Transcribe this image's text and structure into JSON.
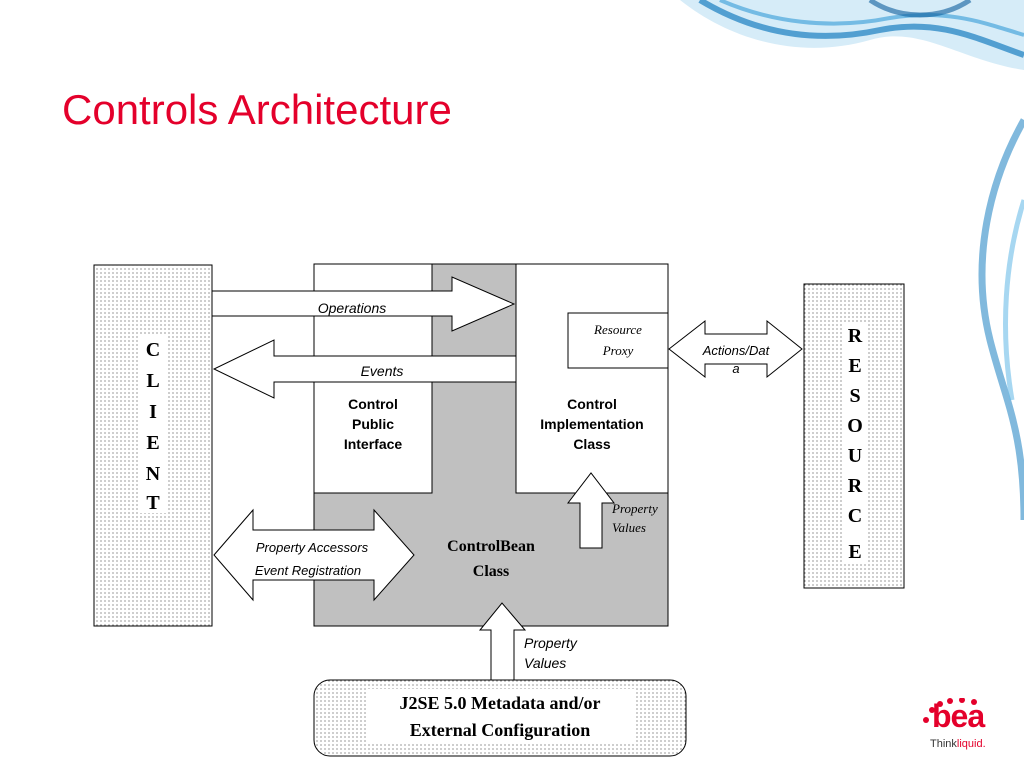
{
  "slide": {
    "title": "Controls Architecture",
    "accent_color": "#e4002b"
  },
  "diagram": {
    "client_letters": [
      "C",
      "L",
      "I",
      "E",
      "N",
      "T"
    ],
    "resource_letters": [
      "R",
      "E",
      "S",
      "O",
      "U",
      "R",
      "C",
      "E"
    ],
    "arrows": {
      "operations": "Operations",
      "events": "Events",
      "actions_data_line1": "Actions/Dat",
      "actions_data_line2": "a",
      "property_accessors": "Property Accessors",
      "event_registration": "Event Registration",
      "property_values_upper_line1": "Property",
      "property_values_upper_line2": "Values",
      "property_values_lower_line1": "Property",
      "property_values_lower_line2": "Values"
    },
    "boxes": {
      "public_interface": [
        "Control",
        "Public",
        "Interface"
      ],
      "implementation": [
        "Control",
        "Implementation",
        "Class"
      ],
      "resource_proxy": [
        "Resource",
        "Proxy"
      ],
      "controlbean": [
        "ControlBean",
        "Class"
      ],
      "metadata": [
        "J2SE 5.0 Metadata and/or",
        "External Configuration"
      ]
    }
  },
  "logo": {
    "mark": "bea",
    "tagline_think": "Think",
    "tagline_liquid": "liquid."
  }
}
